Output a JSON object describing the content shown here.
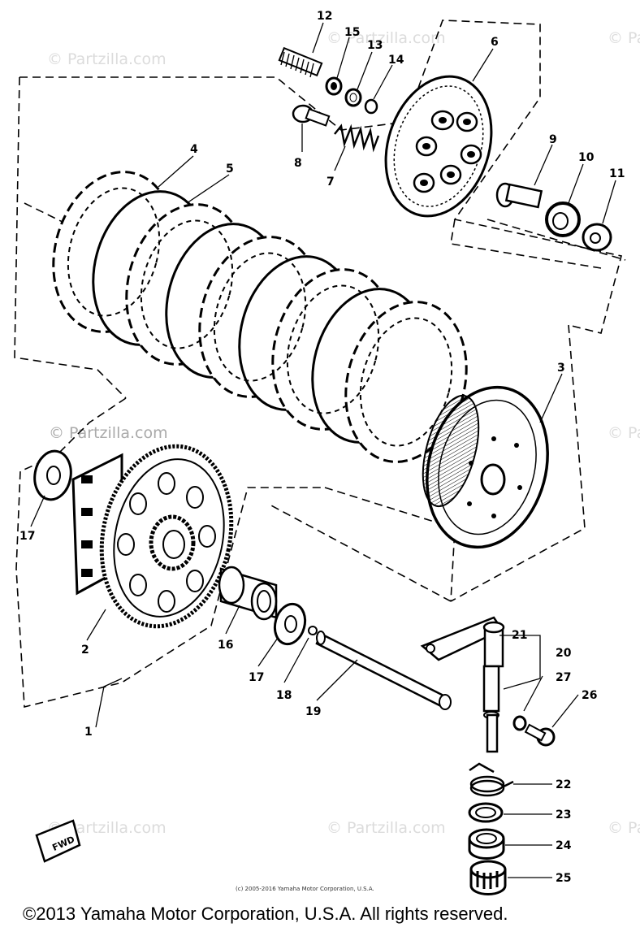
{
  "watermark": {
    "text": "© Partzilla.com"
  },
  "callouts": [
    "12",
    "15",
    "13",
    "14",
    "6",
    "8",
    "7",
    "9",
    "10",
    "11",
    "4",
    "5",
    "3",
    "17",
    "2",
    "16",
    "17",
    "18",
    "19",
    "1",
    "21",
    "20",
    "27",
    "26",
    "22",
    "23",
    "24",
    "25"
  ],
  "fwd_label": "FWD",
  "small_copyright": "(c) 2005-2016 Yamaha Motor Corporation, U.S.A.",
  "main_copyright": "©2013 Yamaha Motor Corporation, U.S.A. All rights reserved."
}
